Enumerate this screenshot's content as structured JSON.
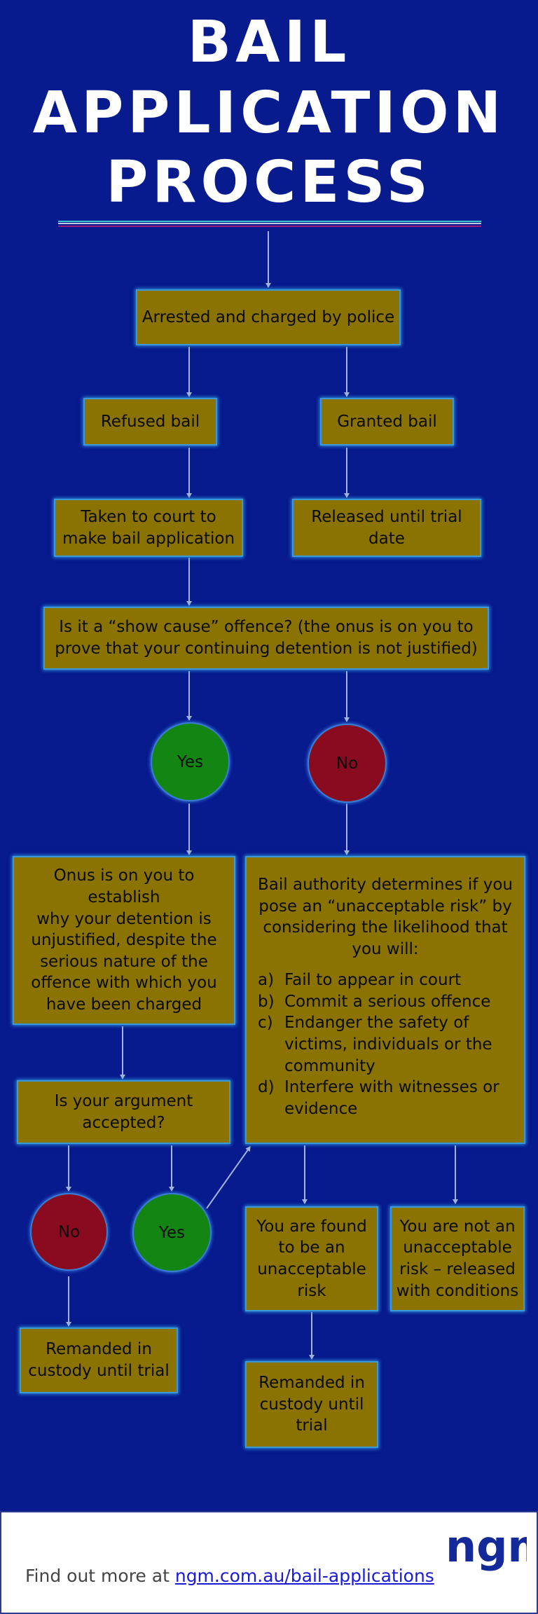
{
  "title": {
    "line1": "BAIL",
    "line2": "APPLICATION",
    "line3": "PROCESS"
  },
  "nodes": {
    "arrested": "Arrested and charged by police",
    "refused": "Refused bail",
    "granted": "Granted bail",
    "taken_to_court": [
      "Taken to court to",
      "make bail application"
    ],
    "released": [
      "Released until trial",
      "date"
    ],
    "show_cause": [
      "Is it a “show cause” offence? (the onus is on you to",
      "prove that your continuing detention is not justified)"
    ],
    "yes_1": "Yes",
    "no_1": "No",
    "onus": [
      "Onus is on you to establish",
      "why your detention is",
      "unjustified, despite the",
      "serious nature of the",
      "offence with which you",
      "have been charged"
    ],
    "risk_intro": [
      "Bail authority determines if you",
      "pose an “unacceptable risk” by",
      "considering the likelihood that",
      "you will:"
    ],
    "risk_items": [
      {
        "marker": "a)",
        "text": "Fail to appear in court"
      },
      {
        "marker": "b)",
        "text": "Commit a serious offence"
      },
      {
        "marker": "c)",
        "text": "Endanger the safety of victims, individuals or the community"
      },
      {
        "marker": "d)",
        "text": "Interfere with witnesses or evidence"
      }
    ],
    "argument": [
      "Is your argument",
      "accepted?"
    ],
    "no_2": "No",
    "yes_2": "Yes",
    "found_risk": [
      "You are found",
      "to be an",
      "unacceptable",
      "risk"
    ],
    "not_risk": [
      "You are not an",
      "unacceptable",
      "risk – released",
      "with conditions"
    ],
    "remanded_left": [
      "Remanded in",
      "custody until trial"
    ],
    "remanded_right": [
      "Remanded in",
      "custody until",
      "trial"
    ]
  },
  "footer": {
    "prefix": "Find out more at ",
    "link": "ngm.com.au/bail-applications",
    "logo_text": "ngm"
  },
  "colors": {
    "background": "#071a8e",
    "box_fill": "#8a7300",
    "box_border": "#3a9ad8",
    "yes_fill": "#128512",
    "no_fill": "#8a0a20",
    "connector": "#9fb4d8"
  }
}
